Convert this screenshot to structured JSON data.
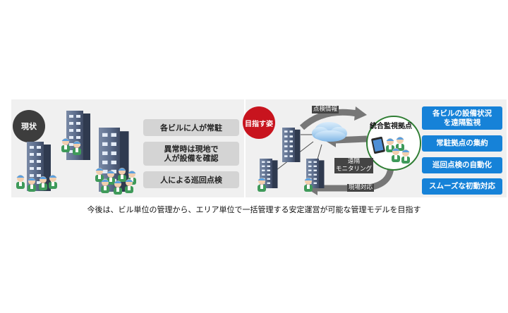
{
  "current": {
    "label": "現状",
    "items": [
      "各ビルに人が常駐",
      "異常時は現地で\n人が設備を確認",
      "人による巡回点検"
    ]
  },
  "target": {
    "label": "目指す姿",
    "hub_title": "統合監視拠点",
    "flow_labels": [
      "点検情報",
      "遠隔\nモニタリング",
      "現場対応"
    ],
    "benefits": [
      "各ビルの設備状況\nを遠隔監視",
      "常駐拠点の集約",
      "巡回点検の自動化",
      "スムーズな初動対応"
    ]
  },
  "caption": "今後は、ビル単位の管理から、エリア単位で一括管理する安定運営が可能な管理モデルを目指す",
  "colors": {
    "accent_red": "#c8141e",
    "accent_blue": "#1682d8",
    "dark_label": "#3d3d3d"
  }
}
